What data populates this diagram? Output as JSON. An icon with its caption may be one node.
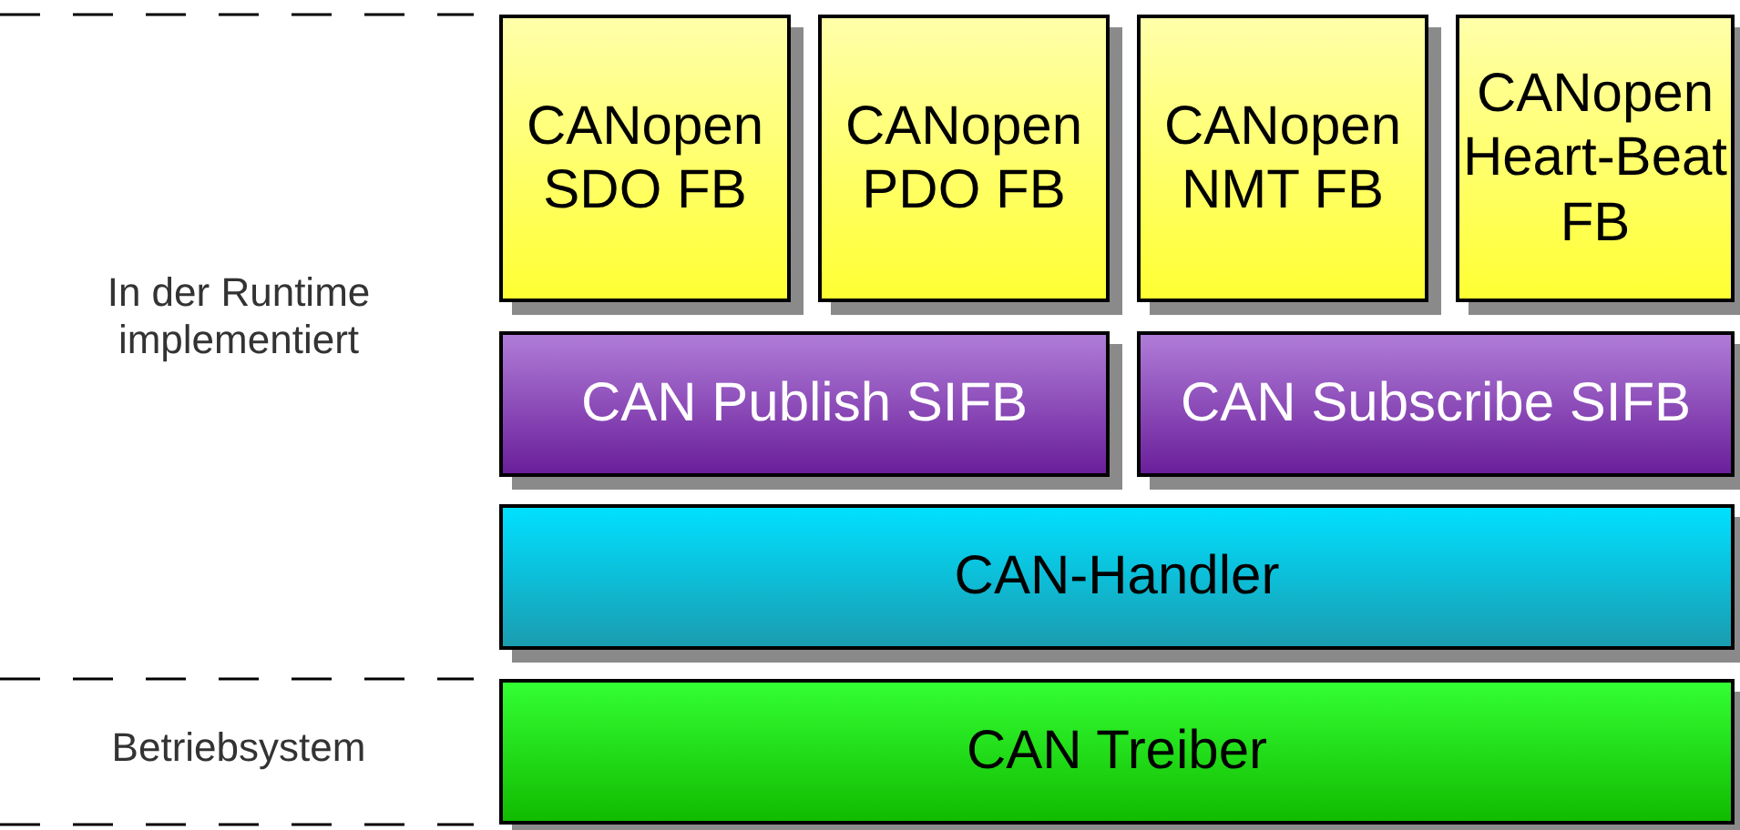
{
  "diagram": {
    "nodes": [
      {
        "text": [
          "CANopen SDO FB"
        ]
      },
      {
        "text": [
          "CANopen PDO FB"
        ]
      },
      {
        "text": [
          "CANopen NMT FB"
        ]
      },
      {
        "text": [
          "CANopen Heart-Beat FB"
        ]
      },
      {
        "text": [
          "CAN Publish SIFB"
        ]
      },
      {
        "text": [
          "CAN Subscribe SIFB"
        ]
      },
      {
        "text": [
          "CAN-Handler"
        ]
      },
      {
        "text": [
          "CAN Treiber"
        ]
      }
    ],
    "labels": [
      "In der Runtime implementiert",
      "Betriebsystem"
    ]
  }
}
